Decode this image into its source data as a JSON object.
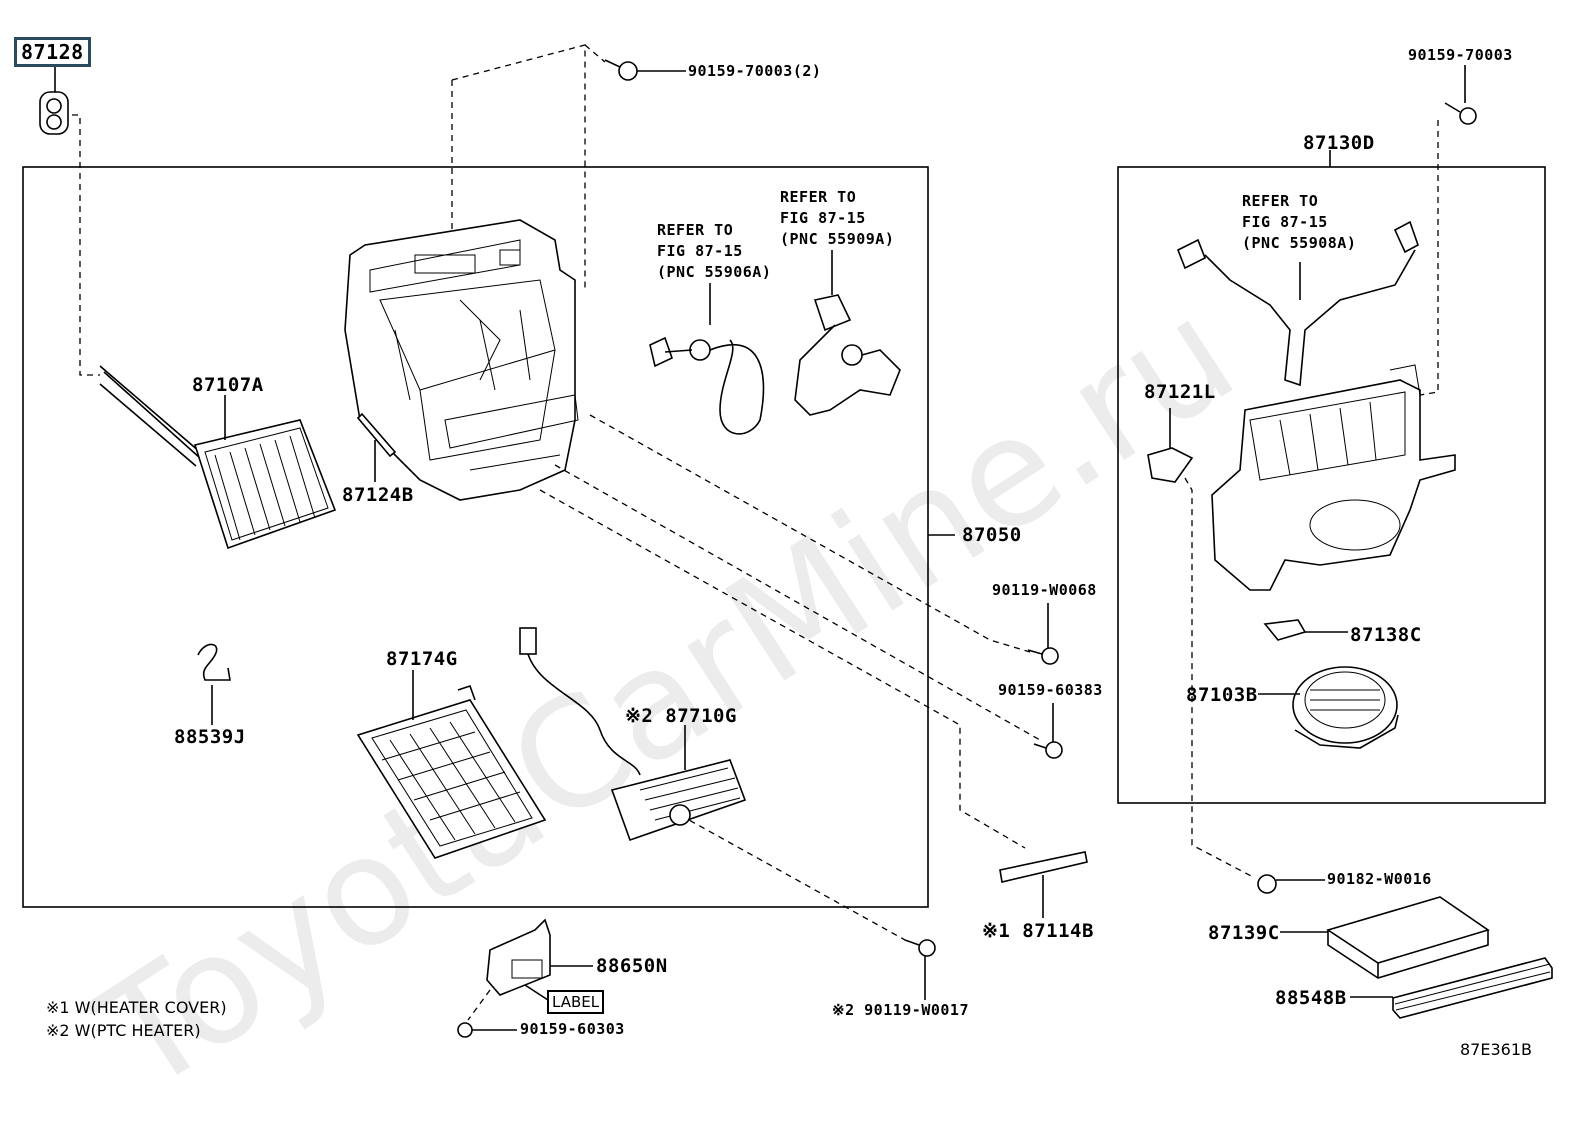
{
  "diagram_code": "87E361B",
  "header_part": "87128",
  "watermark": "ToyotaCarMine.ru",
  "notes": [
    "※1 W(HEATER COVER)",
    "※2 W(PTC HEATER)"
  ],
  "left_group_label": "87050",
  "right_group_label": "87130D",
  "refs": {
    "ref1": "REFER TO\nFIG 87-15\n(PNC 55906A)",
    "ref2": "REFER TO\nFIG 87-15\n(PNC 55909A)",
    "ref3": "REFER TO\nFIG 87-15\n(PNC 55908A)"
  },
  "labels": {
    "p87107A": "87107A",
    "p87124B": "87124B",
    "p88539J": "88539J",
    "p87174G": "87174G",
    "p87710G": "※2 87710G",
    "p90159_70003_2": "90159-70003(2)",
    "p90159_70003": "90159-70003",
    "p90119_W0068": "90119-W0068",
    "p90159_60383": "90159-60383",
    "p87114B": "※1 87114B",
    "p90119_W0017": "※2 90119-W0017",
    "p88650N": "88650N",
    "label_tag": "LABEL",
    "p90159_60303": "90159-60303",
    "p87121L": "87121L",
    "p87138C": "87138C",
    "p87103B": "87103B",
    "p90182_W0016": "90182-W0016",
    "p87139C": "87139C",
    "p88548B": "88548B"
  }
}
